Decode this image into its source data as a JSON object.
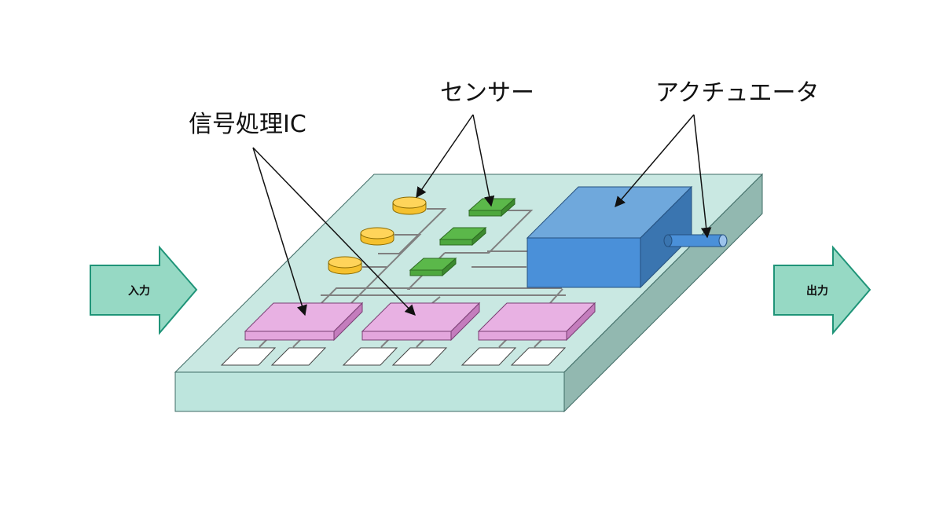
{
  "labels": {
    "input": "入力",
    "output": "出力",
    "sensor": "センサー",
    "actuator": "アクチュエータ",
    "signal_ic": "信号処理IC"
  },
  "colors": {
    "board_top": "#c9e8e2",
    "board_front": "#bde5dd",
    "board_side": "#92b8b0",
    "board_edge": "#3f6b65",
    "io_arrow_fill": "#96d9c4",
    "io_arrow_stroke": "#1f9478",
    "sensor_cylinder": "#f5c12e",
    "sensor_chip": "#4ea83e",
    "ic_top": "#e8b1e3",
    "ic_side": "#c47dbd",
    "actuator_top": "#6fa8dc",
    "actuator_front": "#4a90d9",
    "actuator_side": "#3a75b0",
    "wire": "#808080",
    "pad": "#ffffff"
  },
  "icons": {
    "input_arrow": "right-arrow-icon",
    "output_arrow": "right-arrow-icon"
  }
}
